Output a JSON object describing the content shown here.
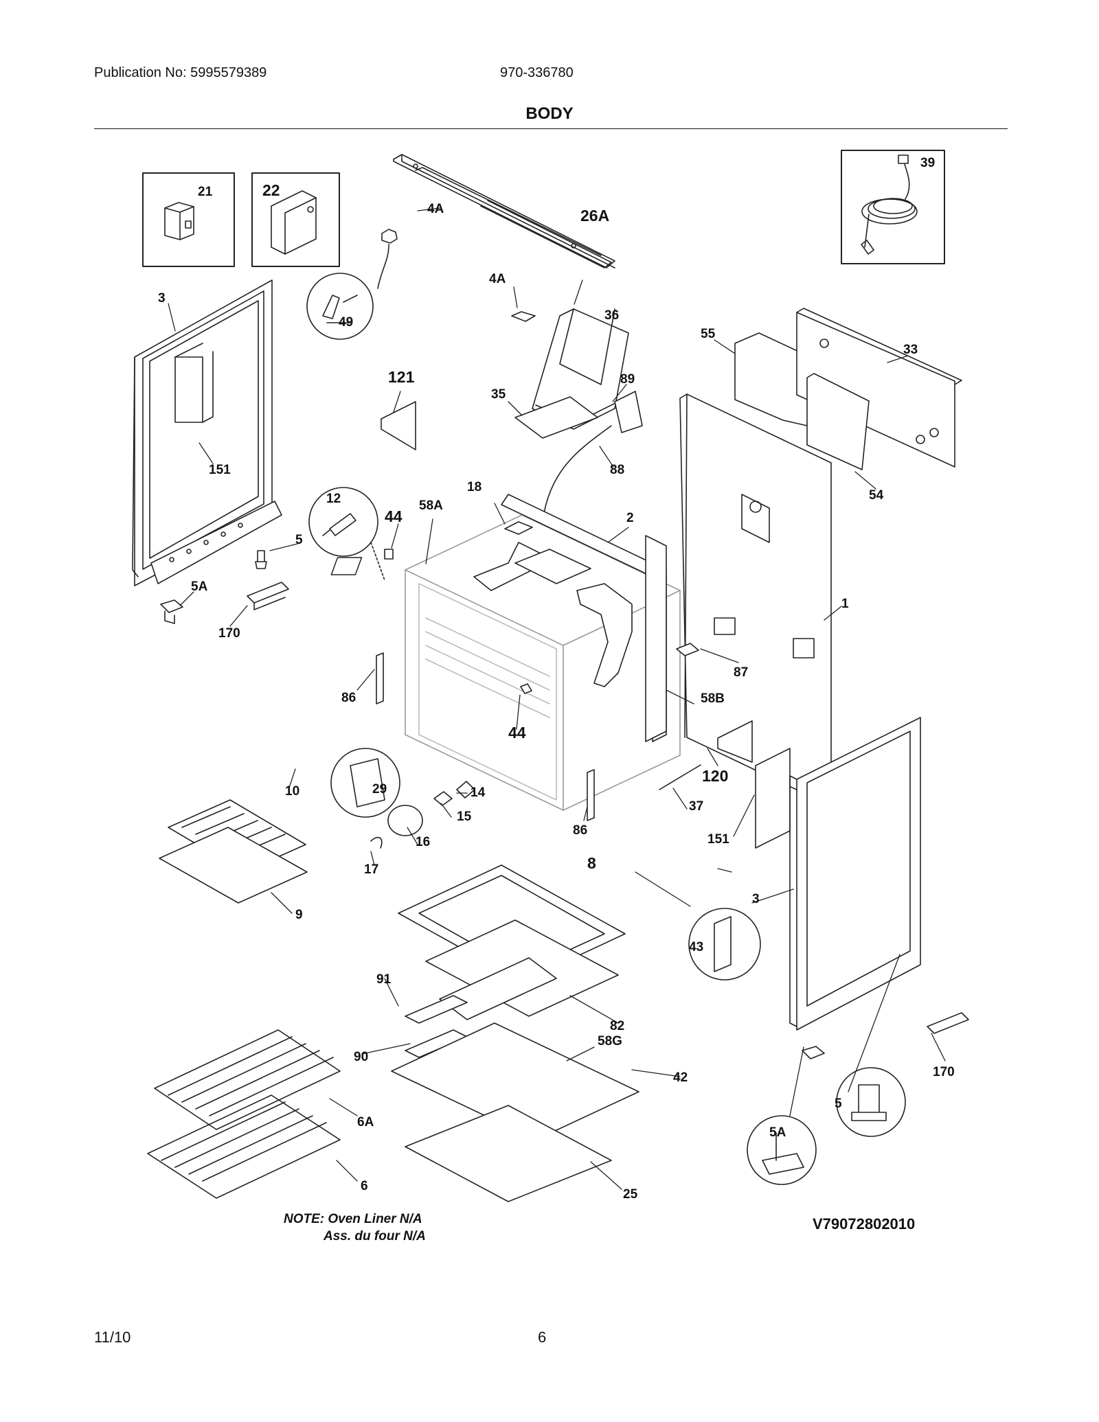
{
  "header": {
    "publication": "Publication No: 5995579389",
    "model": "970-336780",
    "title": "BODY"
  },
  "callouts": [
    {
      "id": "c21",
      "text": "21"
    },
    {
      "id": "c22",
      "text": "22"
    },
    {
      "id": "c26a",
      "text": "26A"
    },
    {
      "id": "c39",
      "text": "39"
    },
    {
      "id": "c4a1",
      "text": "4A"
    },
    {
      "id": "c4a2",
      "text": "4A"
    },
    {
      "id": "c3l",
      "text": "3"
    },
    {
      "id": "c49",
      "text": "49"
    },
    {
      "id": "c36",
      "text": "36"
    },
    {
      "id": "c55",
      "text": "55"
    },
    {
      "id": "c33",
      "text": "33"
    },
    {
      "id": "c121",
      "text": "121"
    },
    {
      "id": "c35",
      "text": "35"
    },
    {
      "id": "c89",
      "text": "89"
    },
    {
      "id": "c151l",
      "text": "151"
    },
    {
      "id": "c88",
      "text": "88"
    },
    {
      "id": "c54",
      "text": "54"
    },
    {
      "id": "c12",
      "text": "12"
    },
    {
      "id": "c44a",
      "text": "44"
    },
    {
      "id": "c58a",
      "text": "58A"
    },
    {
      "id": "c18",
      "text": "18"
    },
    {
      "id": "c2",
      "text": "2"
    },
    {
      "id": "c5l",
      "text": "5"
    },
    {
      "id": "c5al",
      "text": "5A"
    },
    {
      "id": "c170l",
      "text": "170"
    },
    {
      "id": "c1",
      "text": "1"
    },
    {
      "id": "c87",
      "text": "87"
    },
    {
      "id": "c86l",
      "text": "86"
    },
    {
      "id": "c58b",
      "text": "58B"
    },
    {
      "id": "c44b",
      "text": "44"
    },
    {
      "id": "c29",
      "text": "29"
    },
    {
      "id": "c120",
      "text": "120"
    },
    {
      "id": "c10",
      "text": "10"
    },
    {
      "id": "c14",
      "text": "14"
    },
    {
      "id": "c15",
      "text": "15"
    },
    {
      "id": "c37",
      "text": "37"
    },
    {
      "id": "c86r",
      "text": "86"
    },
    {
      "id": "c151r",
      "text": "151"
    },
    {
      "id": "c16",
      "text": "16"
    },
    {
      "id": "c17",
      "text": "17"
    },
    {
      "id": "c8",
      "text": "8"
    },
    {
      "id": "c9",
      "text": "9"
    },
    {
      "id": "c3r",
      "text": "3"
    },
    {
      "id": "c43",
      "text": "43"
    },
    {
      "id": "c91",
      "text": "91"
    },
    {
      "id": "c82",
      "text": "82"
    },
    {
      "id": "c58g",
      "text": "58G"
    },
    {
      "id": "c90",
      "text": "90"
    },
    {
      "id": "c42",
      "text": "42"
    },
    {
      "id": "c170r",
      "text": "170"
    },
    {
      "id": "c5r",
      "text": "5"
    },
    {
      "id": "c6a",
      "text": "6A"
    },
    {
      "id": "c5ar",
      "text": "5A"
    },
    {
      "id": "c6",
      "text": "6"
    },
    {
      "id": "c25",
      "text": "25"
    }
  ],
  "note": {
    "line1": "NOTE: Oven Liner N/A",
    "line2": "Ass. du four N/A"
  },
  "diagram_code": "V79072802010",
  "footer": {
    "date": "11/10",
    "page": "6"
  }
}
